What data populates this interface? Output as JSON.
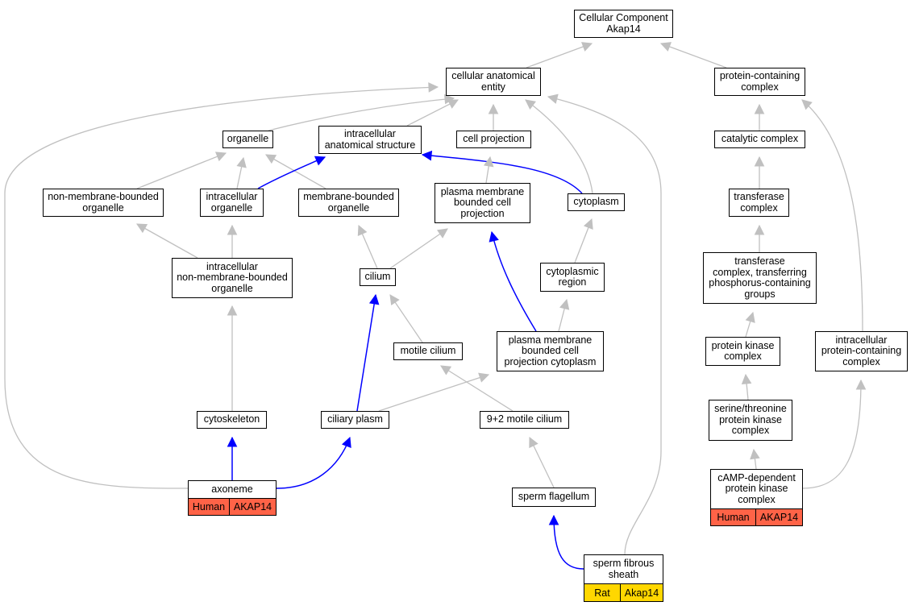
{
  "colors": {
    "edge_default": "#c0c0c0",
    "edge_highlight": "#0000ff",
    "human_fill": "#ff6347",
    "rat_fill": "#ffd700",
    "node_border": "#000000"
  },
  "nodes": {
    "cellular_component": "Cellular Component\nAkap14",
    "cellular_anatomical_entity": "cellular anatomical\nentity",
    "protein_containing_complex": "protein-containing\ncomplex",
    "organelle": "organelle",
    "intracellular_anatomical_structure": "intracellular\nanatomical structure",
    "cell_projection": "cell projection",
    "catalytic_complex": "catalytic complex",
    "non_membrane_bounded_organelle": "non-membrane-bounded\norganelle",
    "intracellular_organelle": "intracellular\norganelle",
    "membrane_bounded_organelle": "membrane-bounded\norganelle",
    "plasma_membrane_bounded_cell_projection": "plasma membrane\nbounded cell\nprojection",
    "cytoplasm": "cytoplasm",
    "transferase_complex": "transferase\ncomplex",
    "intracellular_non_membrane_bounded_organelle": "intracellular\nnon-membrane-bounded\norganelle",
    "cilium": "cilium",
    "cytoplasmic_region": "cytoplasmic\nregion",
    "transferase_complex_phosphorus": "transferase\ncomplex, transferring\nphosphorus-containing\ngroups",
    "motile_cilium": "motile cilium",
    "plasma_membrane_bounded_cell_projection_cytoplasm": "plasma membrane\nbounded cell\nprojection cytoplasm",
    "protein_kinase_complex": "protein kinase\ncomplex",
    "intracellular_protein_containing_complex": "intracellular\nprotein-containing\ncomplex",
    "cytoskeleton": "cytoskeleton",
    "ciliary_plasm": "ciliary plasm",
    "nine_plus_two_motile_cilium": "9+2 motile cilium",
    "serine_threonine_protein_kinase_complex": "serine/threonine\nprotein kinase\ncomplex",
    "axoneme": "axoneme",
    "camp_dependent_protein_kinase_complex": "cAMP-dependent\nprotein kinase\ncomplex",
    "sperm_flagellum": "sperm flagellum",
    "sperm_fibrous_sheath": "sperm fibrous\nsheath"
  },
  "annotations": {
    "axoneme": [
      "Human",
      "AKAP14"
    ],
    "camp_dependent_protein_kinase_complex": [
      "Human",
      "AKAP14"
    ],
    "sperm_fibrous_sheath": [
      "Rat",
      "Akap14"
    ]
  },
  "edges": [
    {
      "from": "cellular_anatomical_entity",
      "to": "cellular_component",
      "highlight": false
    },
    {
      "from": "protein_containing_complex",
      "to": "cellular_component",
      "highlight": false
    },
    {
      "from": "organelle",
      "to": "cellular_anatomical_entity",
      "highlight": false
    },
    {
      "from": "intracellular_anatomical_structure",
      "to": "cellular_anatomical_entity",
      "highlight": false
    },
    {
      "from": "cell_projection",
      "to": "cellular_anatomical_entity",
      "highlight": false
    },
    {
      "from": "cytoplasm",
      "to": "cellular_anatomical_entity",
      "highlight": false
    },
    {
      "from": "axoneme",
      "to": "cellular_anatomical_entity",
      "highlight": false
    },
    {
      "from": "sperm_fibrous_sheath",
      "to": "cellular_anatomical_entity",
      "highlight": false
    },
    {
      "from": "non_membrane_bounded_organelle",
      "to": "organelle",
      "highlight": false
    },
    {
      "from": "intracellular_organelle",
      "to": "organelle",
      "highlight": false
    },
    {
      "from": "membrane_bounded_organelle",
      "to": "organelle",
      "highlight": false
    },
    {
      "from": "intracellular_organelle",
      "to": "intracellular_anatomical_structure",
      "highlight": true
    },
    {
      "from": "cytoplasm",
      "to": "intracellular_anatomical_structure",
      "highlight": true
    },
    {
      "from": "plasma_membrane_bounded_cell_projection",
      "to": "cell_projection",
      "highlight": false
    },
    {
      "from": "intracellular_non_membrane_bounded_organelle",
      "to": "non_membrane_bounded_organelle",
      "highlight": false
    },
    {
      "from": "intracellular_non_membrane_bounded_organelle",
      "to": "intracellular_organelle",
      "highlight": false
    },
    {
      "from": "cilium",
      "to": "membrane_bounded_organelle",
      "highlight": false
    },
    {
      "from": "cilium",
      "to": "plasma_membrane_bounded_cell_projection",
      "highlight": false
    },
    {
      "from": "plasma_membrane_bounded_cell_projection_cytoplasm",
      "to": "plasma_membrane_bounded_cell_projection",
      "highlight": true
    },
    {
      "from": "cytoplasmic_region",
      "to": "cytoplasm",
      "highlight": false
    },
    {
      "from": "plasma_membrane_bounded_cell_projection_cytoplasm",
      "to": "cytoplasmic_region",
      "highlight": false
    },
    {
      "from": "motile_cilium",
      "to": "cilium",
      "highlight": false
    },
    {
      "from": "ciliary_plasm",
      "to": "cilium",
      "highlight": true
    },
    {
      "from": "ciliary_plasm",
      "to": "plasma_membrane_bounded_cell_projection_cytoplasm",
      "highlight": false
    },
    {
      "from": "nine_plus_two_motile_cilium",
      "to": "motile_cilium",
      "highlight": false
    },
    {
      "from": "cytoskeleton",
      "to": "intracellular_non_membrane_bounded_organelle",
      "highlight": false
    },
    {
      "from": "axoneme",
      "to": "cytoskeleton",
      "highlight": true
    },
    {
      "from": "axoneme",
      "to": "ciliary_plasm",
      "highlight": true
    },
    {
      "from": "sperm_flagellum",
      "to": "nine_plus_two_motile_cilium",
      "highlight": false
    },
    {
      "from": "sperm_fibrous_sheath",
      "to": "sperm_flagellum",
      "highlight": true
    },
    {
      "from": "catalytic_complex",
      "to": "protein_containing_complex",
      "highlight": false
    },
    {
      "from": "transferase_complex",
      "to": "catalytic_complex",
      "highlight": false
    },
    {
      "from": "transferase_complex_phosphorus",
      "to": "transferase_complex",
      "highlight": false
    },
    {
      "from": "protein_kinase_complex",
      "to": "transferase_complex_phosphorus",
      "highlight": false
    },
    {
      "from": "serine_threonine_protein_kinase_complex",
      "to": "protein_kinase_complex",
      "highlight": false
    },
    {
      "from": "camp_dependent_protein_kinase_complex",
      "to": "serine_threonine_protein_kinase_complex",
      "highlight": false
    },
    {
      "from": "intracellular_protein_containing_complex",
      "to": "protein_containing_complex",
      "highlight": false
    },
    {
      "from": "camp_dependent_protein_kinase_complex",
      "to": "intracellular_protein_containing_complex",
      "highlight": false
    }
  ]
}
